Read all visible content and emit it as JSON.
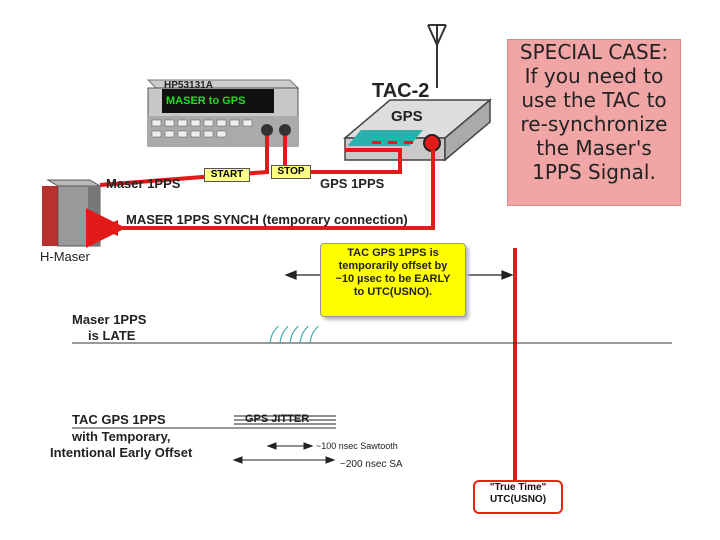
{
  "counter": {
    "model": "HP53131A",
    "display": "MASER to GPS"
  },
  "tac": {
    "title": "TAC-2",
    "sub": "GPS"
  },
  "buttons": {
    "start": "START",
    "stop": "STOP"
  },
  "signals": {
    "maser_1pps": "Maser 1PPS",
    "gps_1pps": "GPS 1PPS",
    "synch": "MASER 1PPS SYNCH  (temporary connection)"
  },
  "hmaser": "H-Maser",
  "special_case": [
    "SPECIAL CASE:",
    "If you need to",
    "use the TAC to",
    "re-synchronize",
    "the Maser's",
    "1PPS Signal."
  ],
  "callout": [
    "TAC GPS 1PPS is",
    "temporarily offset by",
    "~10 µsec to be EARLY",
    "to UTC(USNO)."
  ],
  "maser_late": [
    "Maser 1PPS",
    "is LATE"
  ],
  "tac_offset": [
    "TAC GPS 1PPS",
    "with Temporary,",
    "Intentional Early Offset"
  ],
  "jitter": "GPS JITTER",
  "sawtooth": "~100 nsec Sawtooth",
  "sa": "~200 nsec SA",
  "utc": [
    "\"True Time\"",
    "UTC(USNO)"
  ],
  "colors": {
    "signal": "#e21a1a",
    "callout": "#ffff00",
    "special": "#f2a5a5"
  }
}
